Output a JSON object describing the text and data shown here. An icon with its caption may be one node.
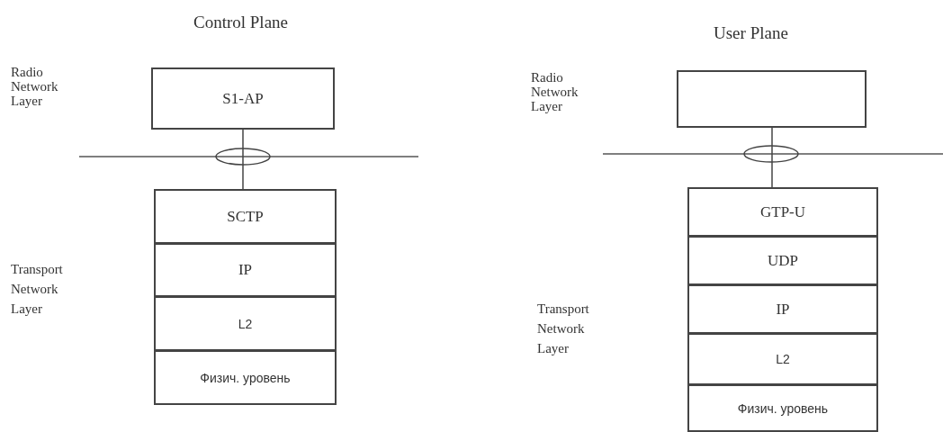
{
  "diagram": {
    "nodes": [
      {
        "text": [
          "S1-AP"
        ]
      },
      {
        "text": [
          "SCTP"
        ]
      },
      {
        "text": [
          "IP"
        ]
      },
      {
        "text": [
          "L2"
        ]
      },
      {
        "text": [
          "Физич. уровень"
        ]
      },
      {
        "text": [],
        "shape": "box"
      },
      {
        "text": [
          "GTP-U"
        ]
      },
      {
        "text": [
          "UDP"
        ]
      },
      {
        "text": [
          "IP"
        ]
      },
      {
        "text": [
          "L2"
        ]
      },
      {
        "text": [
          "Физич. уровень"
        ]
      }
    ],
    "edges": [
      {
        "from": 0,
        "to": 1,
        "arrow": "none"
      },
      {
        "from": 5,
        "to": 6,
        "arrow": "none"
      }
    ],
    "labels": [
      "Control Plane",
      "User Plane",
      "Radio Network Layer",
      "Radio Network Layer",
      "Transport Network Layer",
      "Transport Network Layer"
    ]
  }
}
